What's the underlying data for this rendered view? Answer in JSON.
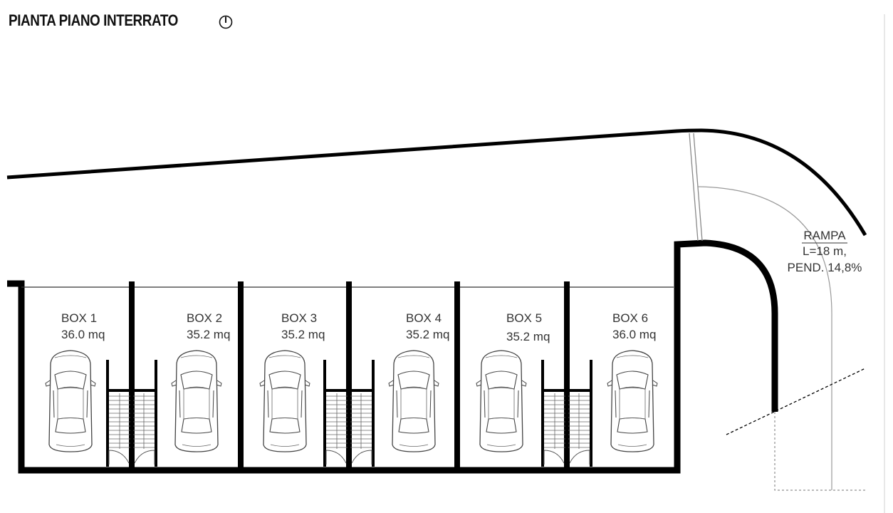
{
  "title": "PIANTA PIANO INTERRATO",
  "icons": {
    "north": "north-arrow-icon",
    "car": "car-top-view-icon",
    "stair": "staircase-icon",
    "door": "door-swing-icon"
  },
  "boxes": [
    {
      "name": "BOX 1",
      "area": "36.0 mq"
    },
    {
      "name": "BOX 2",
      "area": "35.2 mq"
    },
    {
      "name": "BOX 3",
      "area": "35.2 mq"
    },
    {
      "name": "BOX 4",
      "area": "35.2 mq"
    },
    {
      "name": "BOX 5",
      "area": "35.2 mq"
    },
    {
      "name": "BOX 6",
      "area": "36.0 mq"
    }
  ],
  "ramp": {
    "name": "RAMPA",
    "length": "L=18 m,",
    "slope": "PEND. 14,8%"
  },
  "colors": {
    "wall": "#000000",
    "line": "#555555",
    "text": "#333333"
  }
}
